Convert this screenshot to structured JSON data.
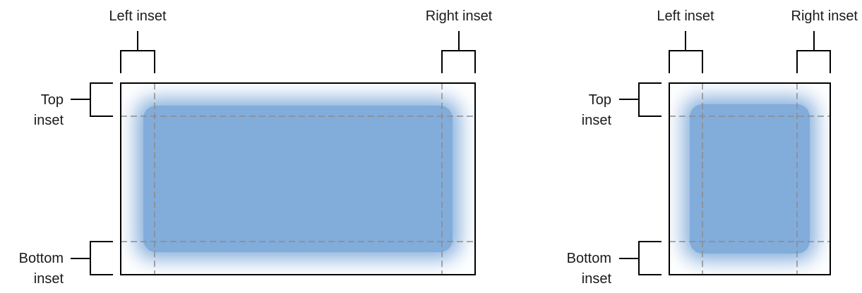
{
  "labels": {
    "left_inset": "Left inset",
    "right_inset": "Right inset",
    "top_inset_line1": "Top",
    "top_inset_line2": "inset",
    "bottom_inset_line1": "Bottom",
    "bottom_inset_line2": "inset"
  },
  "colors": {
    "fill": "#82acda",
    "border": "#000000",
    "guide": "#8c8c8c",
    "text": "#1a1a1a"
  }
}
